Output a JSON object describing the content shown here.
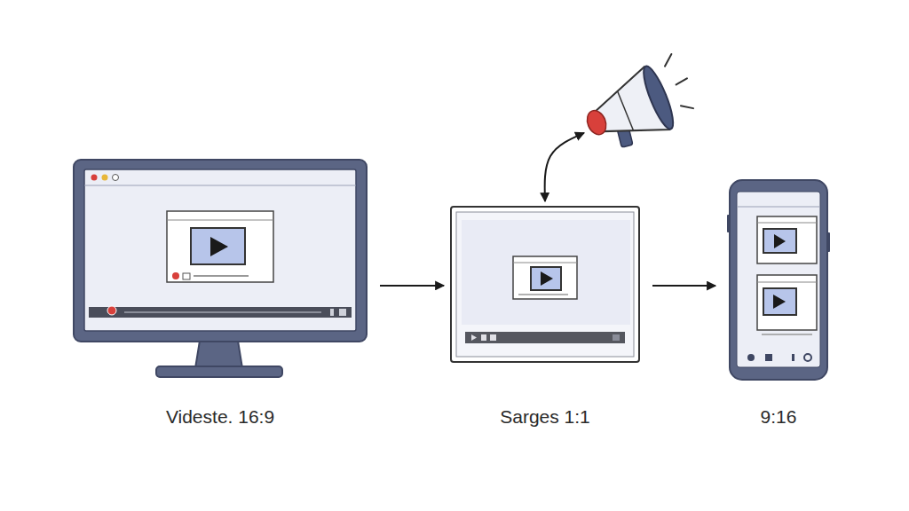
{
  "diagram": {
    "nodes": [
      {
        "text": [
          "Videste. 16:9"
        ]
      },
      {
        "text": [
          "Sarges 1:1"
        ]
      },
      {
        "text": [
          "9:16"
        ]
      },
      {
        "text": []
      }
    ],
    "edges": [
      {
        "from": 0,
        "to": 1,
        "arrow": "to"
      },
      {
        "from": 1,
        "to": 2,
        "arrow": "to"
      },
      {
        "from": 1,
        "to": 3,
        "arrow": "both"
      }
    ]
  }
}
